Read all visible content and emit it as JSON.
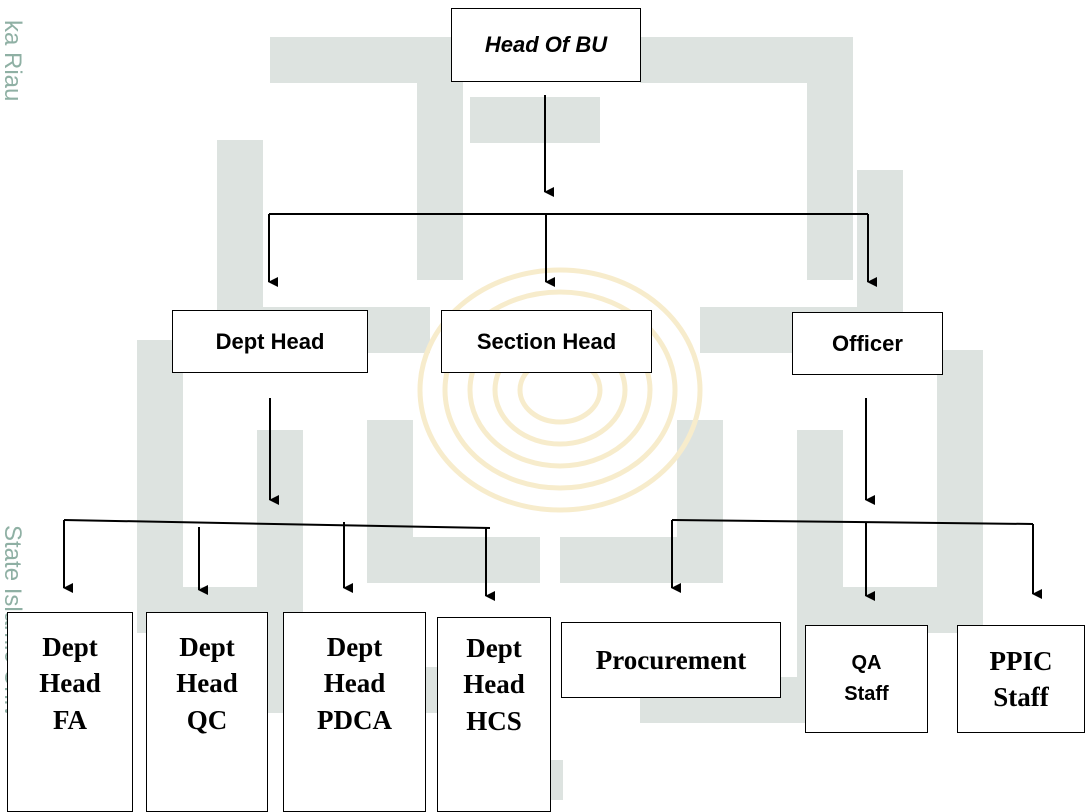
{
  "top": {
    "label": "Head Of BU"
  },
  "level2": [
    {
      "label": "Dept Head"
    },
    {
      "label": "Section Head"
    },
    {
      "label": "Officer"
    }
  ],
  "level3_left": [
    {
      "line1": "Dept",
      "line2": "Head",
      "line3": "FA"
    },
    {
      "line1": "Dept",
      "line2": "Head",
      "line3": "QC"
    },
    {
      "line1": "Dept",
      "line2": "Head",
      "line3": "PDCA"
    },
    {
      "line1": "Dept",
      "line2": "Head",
      "line3": "HCS"
    }
  ],
  "level3_right": [
    {
      "line1": "Procurement"
    },
    {
      "line1": "QA",
      "line2": "Staff"
    },
    {
      "line1": "PPIC",
      "line2": "Staff"
    }
  ],
  "side_text": {
    "top": "ka Riau",
    "bottom": "State Islamic Univ"
  },
  "colors": {
    "watermark": "#dde3e0",
    "center_watermark": "#f7eccc",
    "side_text": "#8fb0a4",
    "line": "#000000"
  }
}
